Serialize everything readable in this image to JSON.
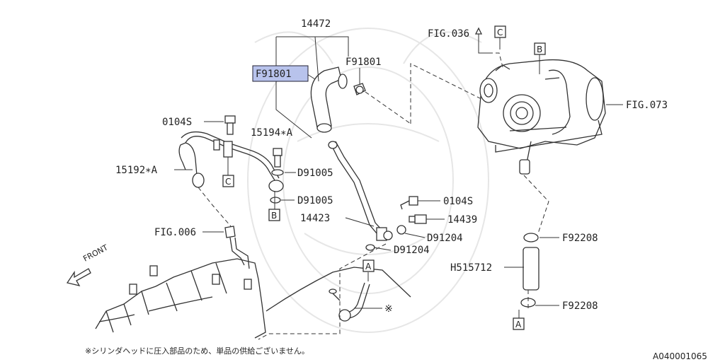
{
  "labels": {
    "l14472": "14472",
    "lF91801_sel": "F91801",
    "lF91801": "F91801",
    "lFIG036": "FIG.036",
    "lFIG073": "FIG.073",
    "l0104S_a": "0104S",
    "l15194A": "15194∗A",
    "l15192A": "15192∗A",
    "lD91005_a": "D91005",
    "lD91005_b": "D91005",
    "l14423": "14423",
    "l0104S_b": "0104S",
    "l14439": "14439",
    "lD91204_a": "D91204",
    "lD91204_b": "D91204",
    "lFIG006": "FIG.006",
    "lF92208_a": "F92208",
    "lH515712": "H515712",
    "lF92208_b": "F92208",
    "front": "FRONT",
    "asterisk": "※"
  },
  "callouts": {
    "c1": "C",
    "c2": "B",
    "c3": "C",
    "c4": "B",
    "c5": "A",
    "c6": "A"
  },
  "footnote": "※シリンダヘッドに圧入部品のため、単品の供給ございません。",
  "diagram_code": "A040001065",
  "colors": {
    "highlight": "#b8c3ec",
    "line": "#333333"
  }
}
